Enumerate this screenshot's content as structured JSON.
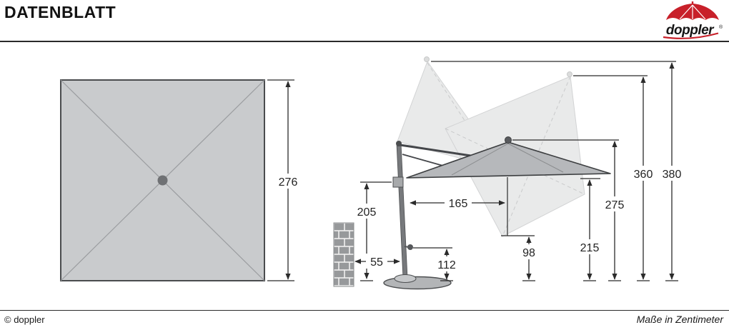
{
  "header": {
    "title": "DATENBLATT",
    "logo": {
      "brand": "doppler",
      "registered": "®"
    }
  },
  "footer": {
    "copyright": "© doppler",
    "note": "Maße in Zentimeter"
  },
  "diagram": {
    "top_view": {
      "width_label": "276"
    },
    "side_view": {
      "total_height": "380",
      "tilt_height": "360",
      "canopy_top": "275",
      "canopy_edge": "215",
      "tilt_clearance": "98",
      "center_offset": "165",
      "joint_height": "205",
      "wall_distance": "55",
      "base_height": "112"
    }
  }
}
